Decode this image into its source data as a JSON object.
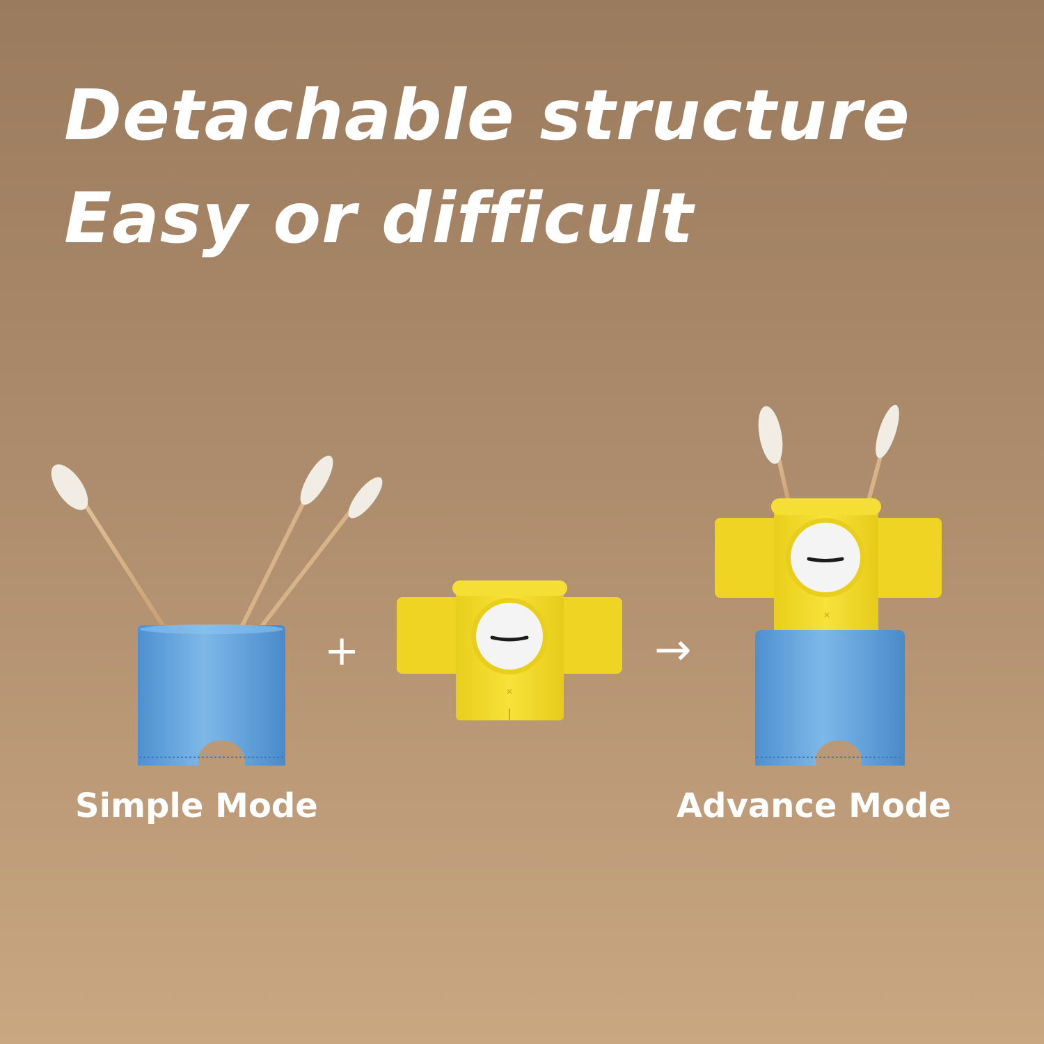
{
  "headline": {
    "line1": "Detachable structure",
    "line2": "Easy or difficult"
  },
  "captions": {
    "simple": "Simple Mode",
    "advance": "Advance Mode"
  },
  "operators": {
    "plus": "+",
    "arrow": "→"
  },
  "colors": {
    "background_top": "#9b7b5d",
    "background_bottom": "#c8a781",
    "holder_blue": "#6aa6dc",
    "module_yellow": "#f4dc2a",
    "face_white": "#f4f4f4",
    "text": "#ffffff"
  }
}
